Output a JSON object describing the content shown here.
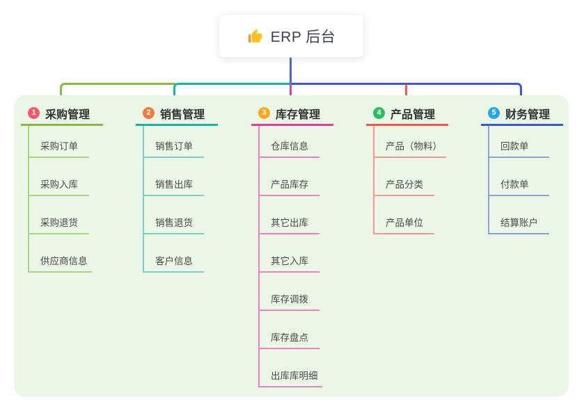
{
  "root": {
    "title": "ERP 后台",
    "icon": "thumbs-up"
  },
  "panel_bg": "#ebf7e6",
  "trunk_color": "#4d60d8",
  "branches": [
    {
      "number": "1",
      "title": "采购管理",
      "badge_color": "#f4566c",
      "line_color": "#85ba41",
      "child_line_color": "#abd47f",
      "children": [
        "采购订单",
        "采购入库",
        "采购退货",
        "供应商信息"
      ]
    },
    {
      "number": "2",
      "title": "销售管理",
      "badge_color": "#f3793c",
      "line_color": "#16b3a4",
      "child_line_color": "#7bd0c6",
      "children": [
        "销售订单",
        "销售出库",
        "销售退货",
        "客户信息"
      ]
    },
    {
      "number": "3",
      "title": "库存管理",
      "badge_color": "#f9a91e",
      "line_color": "#e23c9d",
      "child_line_color": "#f07fc0",
      "children": [
        "仓库信息",
        "产品库存",
        "其它出库",
        "其它入库",
        "库存调拨",
        "库存盘点",
        "出库库明细"
      ]
    },
    {
      "number": "4",
      "title": "产品管理",
      "badge_color": "#2abd61",
      "line_color": "#f8544b",
      "child_line_color": "#fa968f",
      "children": [
        "产品（物料）",
        "产品分类",
        "产品单位"
      ]
    },
    {
      "number": "5",
      "title": "财务管理",
      "badge_color": "#26a6e4",
      "line_color": "#3b57d2",
      "child_line_color": "#8da0de",
      "children": [
        "回款单",
        "付款单",
        "结算账户"
      ]
    }
  ]
}
